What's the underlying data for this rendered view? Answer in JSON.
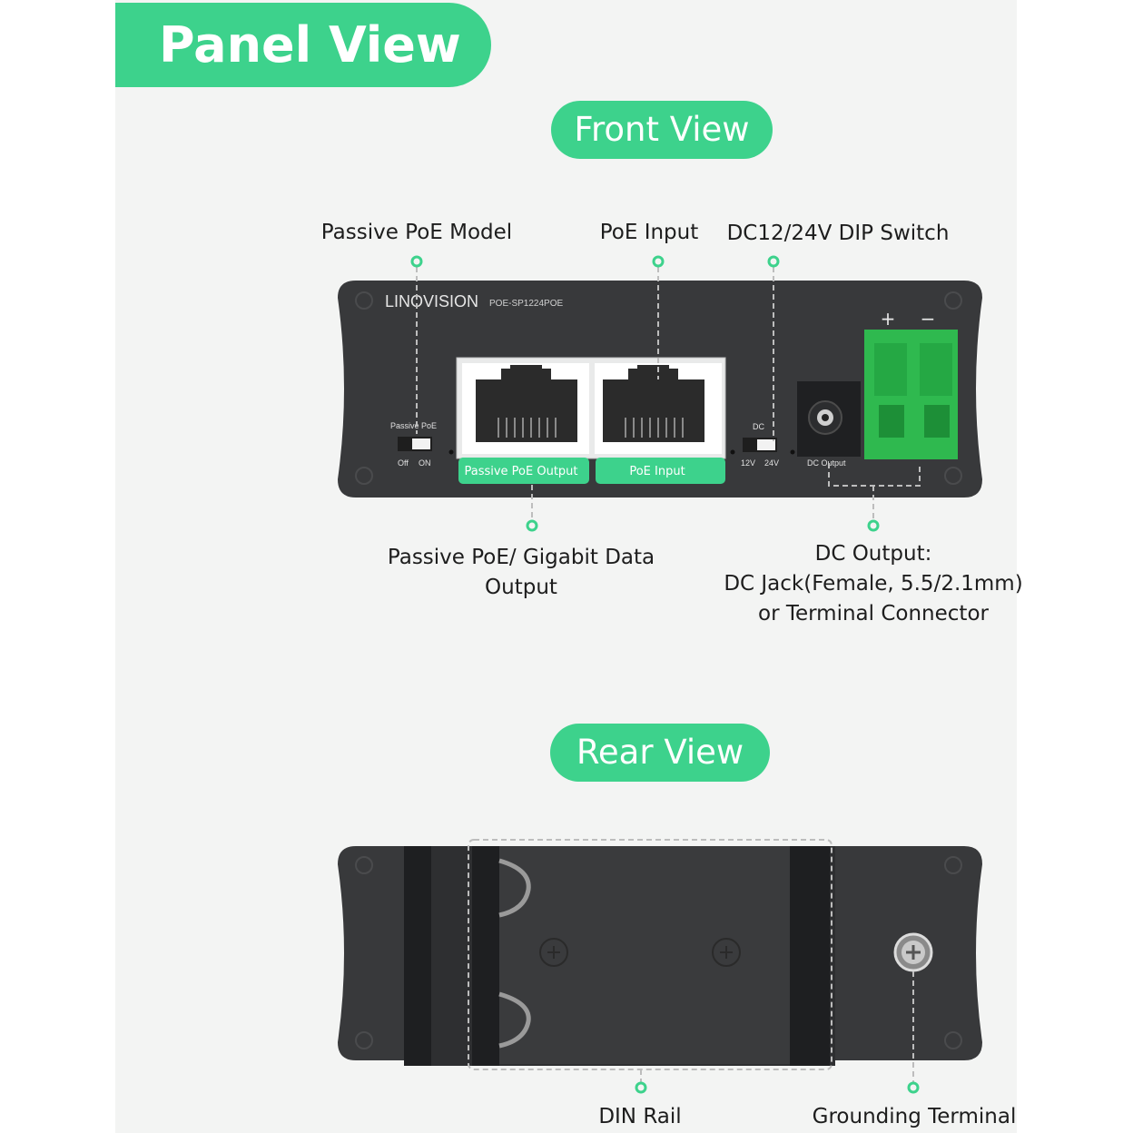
{
  "banner": {
    "title": "Panel View"
  },
  "front": {
    "heading": "Front View",
    "callouts": {
      "passive_poe_model": "Passive PoE Model",
      "poe_input": "PoE Input",
      "dip_switch": "DC12/24V DIP Switch",
      "data_output_line1": "Passive PoE/ Gigabit Data",
      "data_output_line2": "Output",
      "dc_output_line1": "DC Output:",
      "dc_output_line2": "DC Jack(Female, 5.5/2.1mm)",
      "dc_output_line3": "or Terminal Connector"
    },
    "device": {
      "brand": "LINOVISION",
      "model": "POE-SP1224POE",
      "switch_label": "Passive PoE",
      "switch_off": "Off",
      "switch_on": "ON",
      "port1_label": "Passive PoE Output",
      "port2_label": "PoE Input",
      "dc_label": "DC",
      "volt_12": "12V",
      "volt_24": "24V",
      "dc_output_label": "DC Output",
      "terminal_plus": "+",
      "terminal_minus": "−"
    }
  },
  "rear": {
    "heading": "Rear View",
    "callouts": {
      "din_rail": "DIN Rail",
      "grounding": "Grounding Terminal"
    }
  },
  "colors": {
    "accent": "#3dd28c",
    "device": "#38393b",
    "terminal": "#2fb94f"
  }
}
